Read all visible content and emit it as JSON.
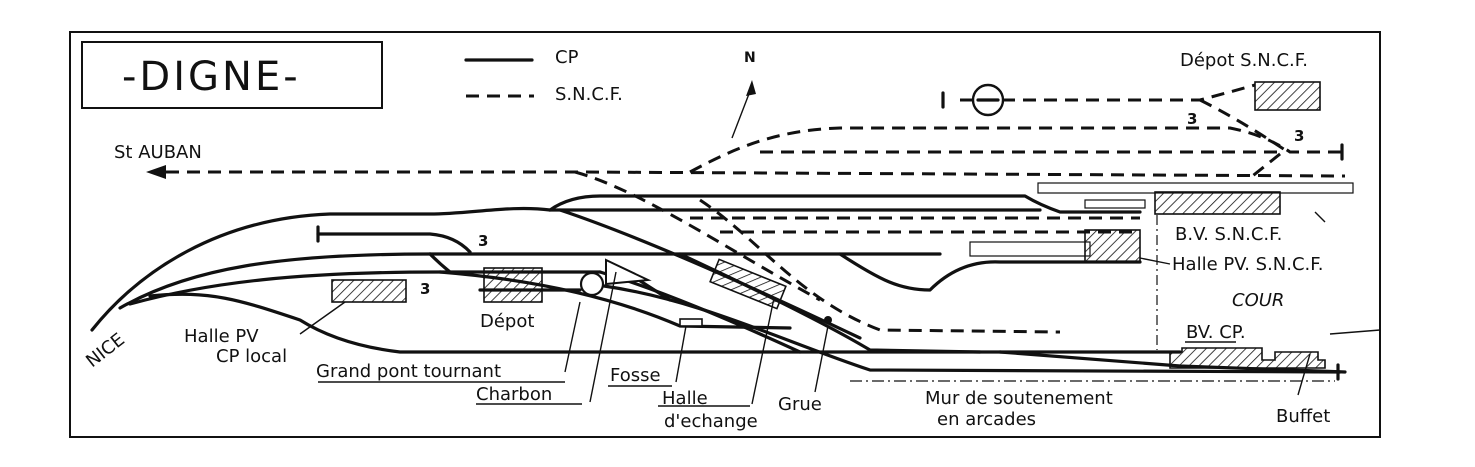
{
  "title": "-DIGNE-",
  "north": "N",
  "legend": {
    "cp_label": "CP",
    "sncf_label": "S.N.C.F."
  },
  "places": {
    "st_auban": "St AUBAN",
    "nice": "NICE",
    "cour": "COUR"
  },
  "buildings": {
    "depot_sncf": "Dépot S.N.C.F.",
    "bv_sncf": "B.V. S.N.C.F.",
    "halle_pv_sncf": "Halle PV. S.N.C.F.",
    "bv_cp": "BV. CP.",
    "buffet": "Buffet",
    "halle_pv_cp_line1": "Halle PV",
    "halle_pv_cp_line2": "CP local",
    "depot": "Dépot",
    "grand_pont_tournant": "Grand pont tournant",
    "charbon": "Charbon",
    "fosse": "Fosse",
    "halle_echange_line1": "Halle",
    "halle_echange_line2": "d'echange",
    "grue": "Grue",
    "mur_line1": "Mur de soutenement",
    "mur_line2": "en arcades"
  },
  "track_numbers": [
    "3",
    "3",
    "3",
    "3"
  ]
}
